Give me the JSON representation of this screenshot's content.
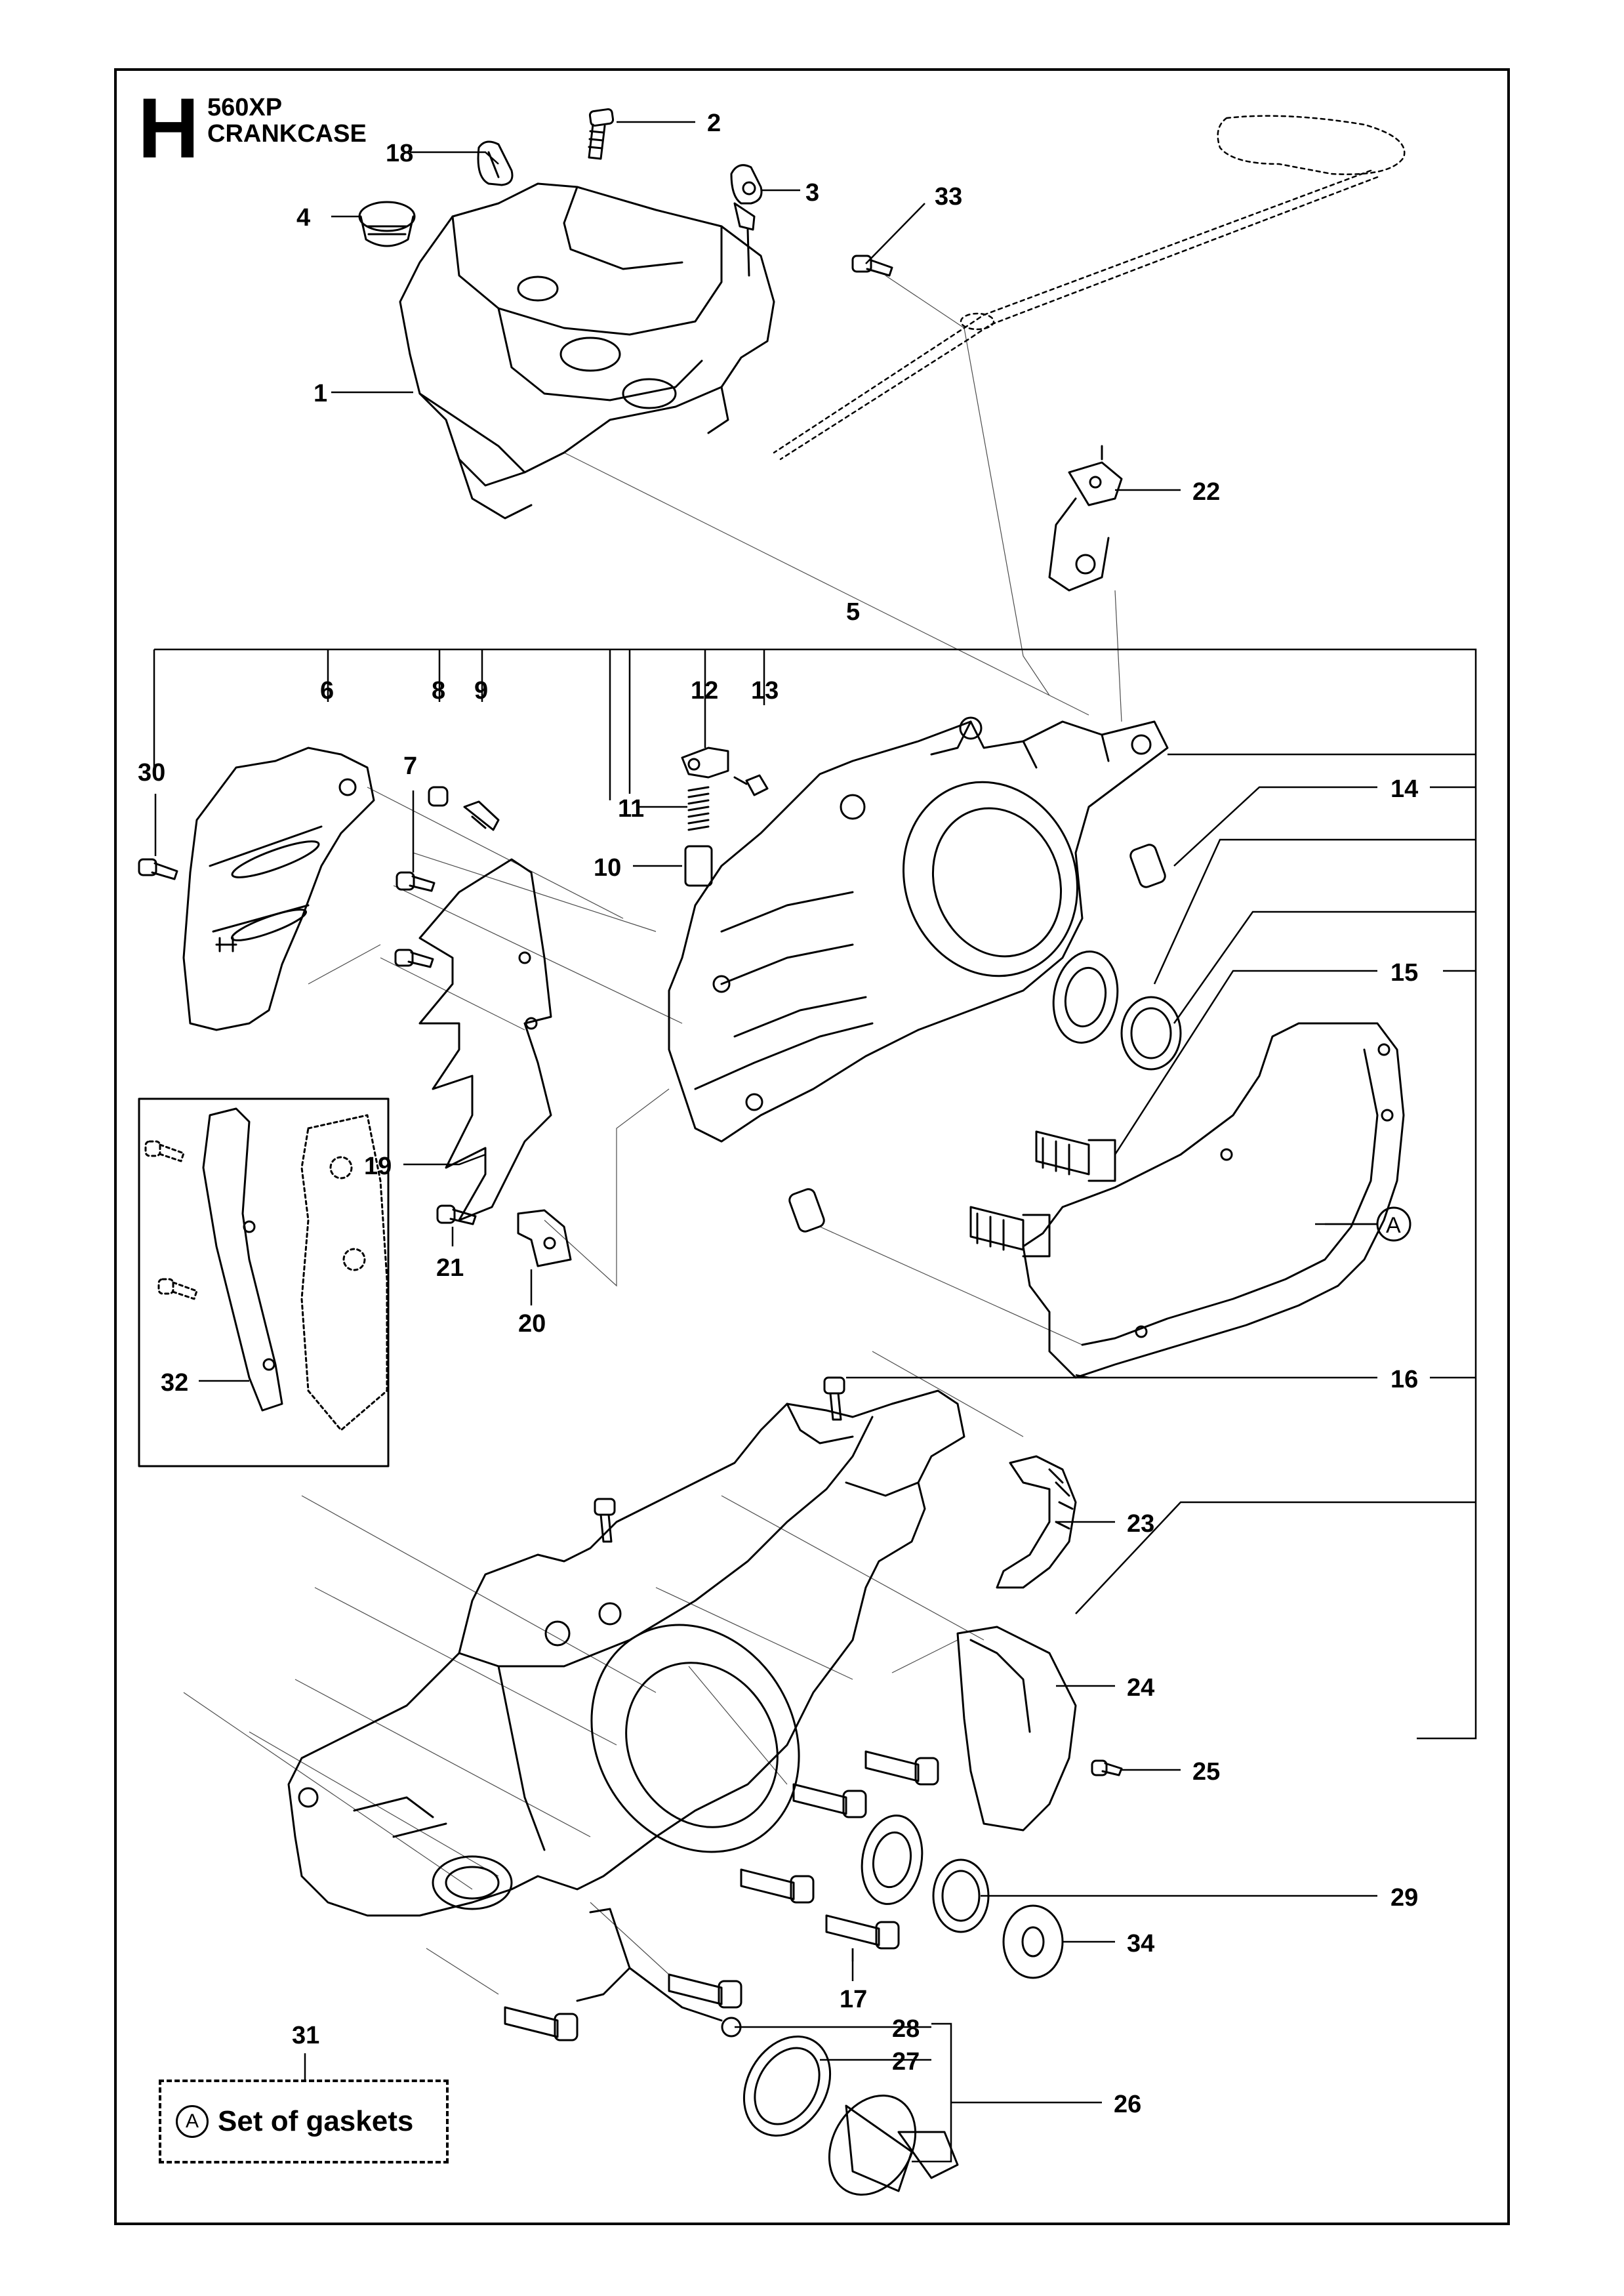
{
  "header": {
    "section_letter": "H",
    "model": "560XP",
    "title": "CRANKCASE"
  },
  "legend": {
    "marker": "A",
    "text": "Set of gaskets"
  },
  "callouts": {
    "c1": "1",
    "c2": "2",
    "c3": "3",
    "c4": "4",
    "c5": "5",
    "c6": "6",
    "c7": "7",
    "c8": "8",
    "c9": "9",
    "c10": "10",
    "c11": "11",
    "c12": "12",
    "c13": "13",
    "c14": "14",
    "c15": "15",
    "c16": "16",
    "c17": "17",
    "c18": "18",
    "c19": "19",
    "c20": "20",
    "c21": "21",
    "c22": "22",
    "c23": "23",
    "c24": "24",
    "c25": "25",
    "c26": "26",
    "c27": "27",
    "c28": "28",
    "c29": "29",
    "c30": "30",
    "c31": "31",
    "c32": "32",
    "c33": "33",
    "c34": "34",
    "gasket_marker": "A"
  }
}
